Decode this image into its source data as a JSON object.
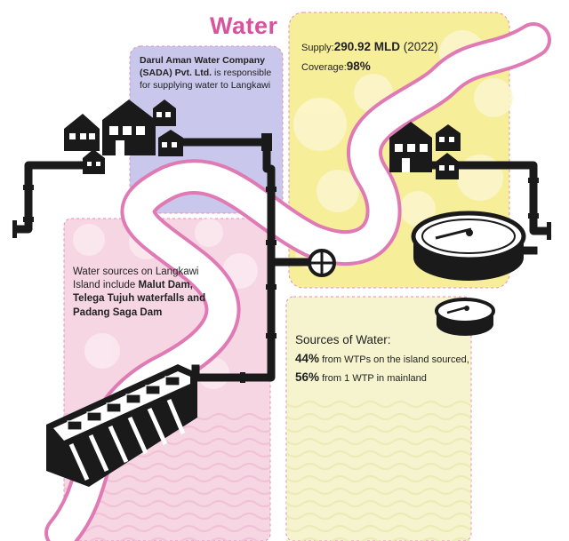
{
  "title": "Water",
  "sada": {
    "name_bold": "Darul Aman Water Company (SADA) Pvt. Ltd.",
    "text": " is responsible for supplying water to Langkawi"
  },
  "supply": {
    "label": "Supply:",
    "value": "290.92 MLD",
    "year": " (2022)"
  },
  "coverage": {
    "label": "Coverage:",
    "value": "98%"
  },
  "sources": {
    "intro": "Water sources on Langkawi Island include ",
    "names": "Malut Dam, Telega Tujuh waterfalls and Padang Saga Dam"
  },
  "sources_of_water": {
    "heading": "Sources of Water:",
    "line1_pct": "44%",
    "line1_text": " from WTPs on the island sourced,",
    "line2_pct": "56%",
    "line2_text": " from 1 WTP in mainland"
  },
  "colors": {
    "title": "#d9539c",
    "panel_lavender": "#c9c7ec",
    "panel_yellow": "#f7ee9a",
    "panel_pink": "#f6d6e3",
    "panel_lightyellow": "#f5f4cf",
    "pipe": "#1a1a1a",
    "river": "#e07ab4"
  }
}
